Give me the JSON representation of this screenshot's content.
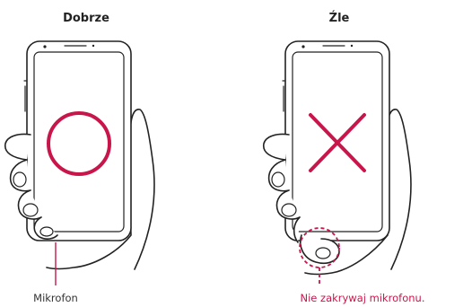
{
  "left": {
    "title": "Dobrze",
    "caption": "Mikrofon"
  },
  "right": {
    "title": "Źle",
    "caption": "Nie zakrywaj mikrofonu."
  },
  "colors": {
    "accent": "#c8164b",
    "line": "#222222",
    "caption_left": "#333333"
  },
  "symbols": {
    "correct": "circle",
    "incorrect": "x-cross"
  }
}
